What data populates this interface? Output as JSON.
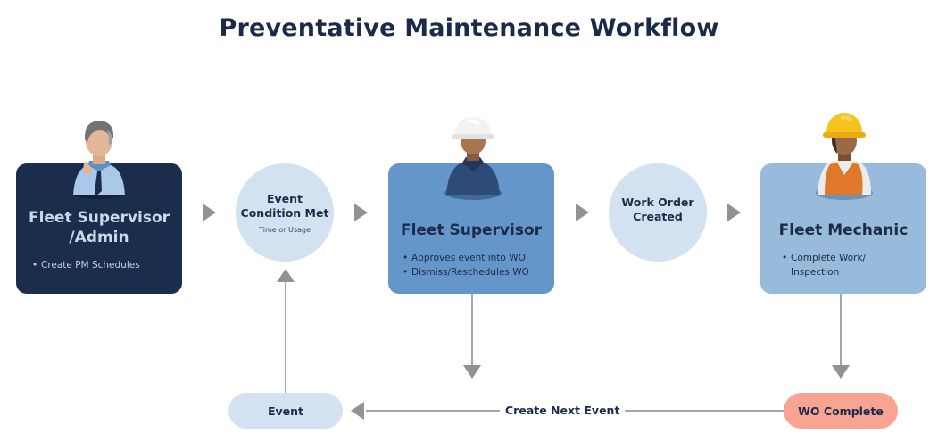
{
  "title": "Preventative Maintenance Workflow",
  "colors": {
    "admin_card": "#1b2d4c",
    "supervisor_card": "#6596c9",
    "mechanic_card": "#98bbdb",
    "circle": "#d3e2f0",
    "event_pill": "#d3e2f0",
    "wo_complete_pill": "#f9a492",
    "arrow": "#8f9296",
    "text_dark": "#1c2b4a"
  },
  "roles": [
    {
      "id": "admin",
      "title_line1": "Fleet Supervisor",
      "title_line2": "/Admin",
      "bullets": [
        "Create PM Schedules"
      ],
      "avatar": "office-worker-avatar"
    },
    {
      "id": "supervisor",
      "title_line1": "Fleet Supervisor",
      "bullets": [
        "Approves event into WO",
        "Dismiss/Reschedules WO"
      ],
      "avatar": "white-hardhat-worker-avatar"
    },
    {
      "id": "mechanic",
      "title_line1": "Fleet Mechanic",
      "bullets": [
        "Complete Work/ Inspection"
      ],
      "avatar": "yellow-hardhat-mechanic-avatar"
    }
  ],
  "circles": {
    "event_condition": {
      "title_line1": "Event",
      "title_line2": "Condition Met",
      "subtitle": "Time or Usage"
    },
    "wo_created": {
      "title_line1": "Work Order",
      "title_line2": "Created"
    }
  },
  "pills": {
    "event": "Event",
    "wo_complete": "WO Complete"
  },
  "loop_label": "Create Next Event"
}
